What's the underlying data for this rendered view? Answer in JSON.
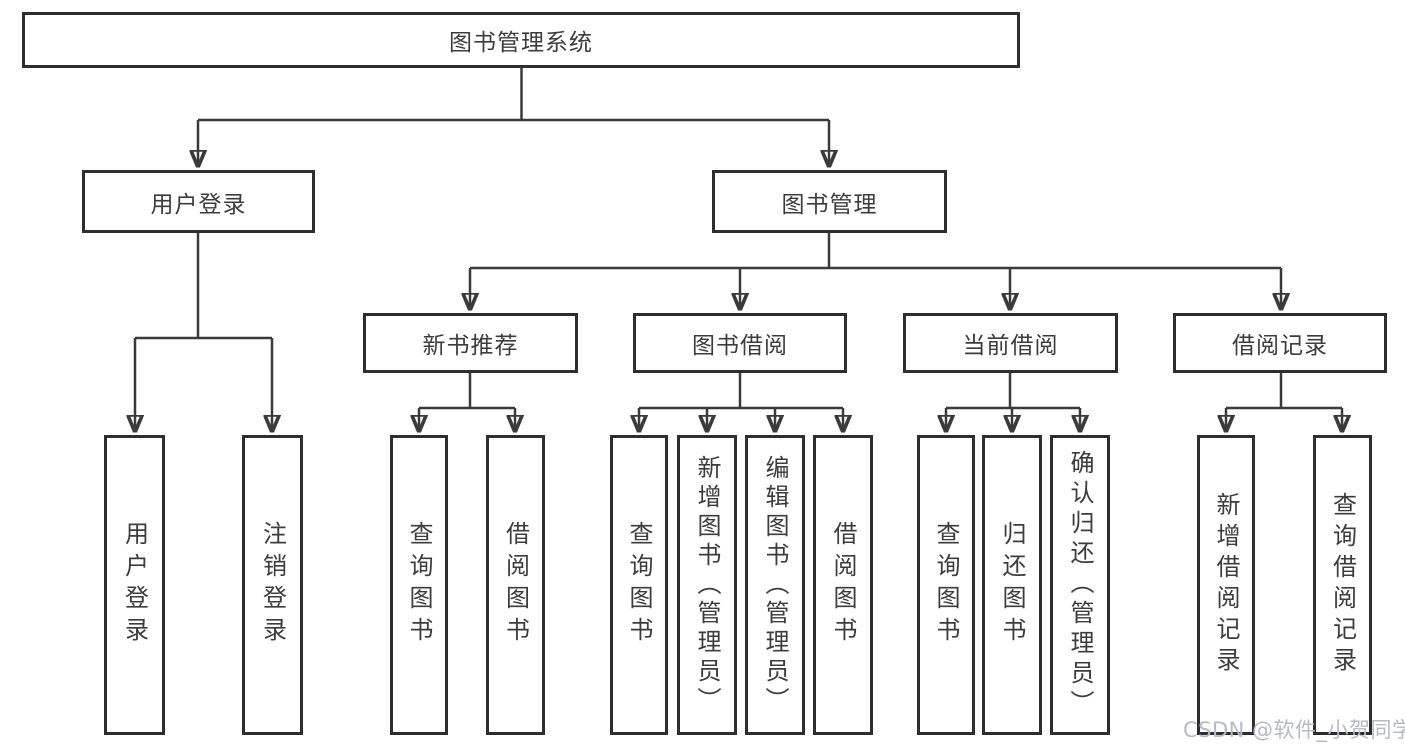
{
  "diagram": {
    "root": {
      "label": "图书管理系统"
    },
    "branches": [
      {
        "label": "用户登录",
        "children": [
          {
            "label": "用户登录"
          },
          {
            "label": "注销登录"
          }
        ]
      },
      {
        "label": "图书管理",
        "children": [
          {
            "label": "新书推荐",
            "children": [
              {
                "label": "查询图书"
              },
              {
                "label": "借阅图书"
              }
            ]
          },
          {
            "label": "图书借阅",
            "children": [
              {
                "label": "查询图书"
              },
              {
                "label": "新增图书（管理员）"
              },
              {
                "label": "编辑图书（管理员）"
              },
              {
                "label": "借阅图书"
              }
            ]
          },
          {
            "label": "当前借阅",
            "children": [
              {
                "label": "查询图书"
              },
              {
                "label": "归还图书"
              },
              {
                "label": "确认归还（管理员）"
              }
            ]
          },
          {
            "label": "借阅记录",
            "children": [
              {
                "label": "新增借阅记录"
              },
              {
                "label": "查询借阅记录"
              }
            ]
          }
        ]
      }
    ]
  },
  "watermark": {
    "text": "CSDN @软件_小贺同学"
  },
  "colors": {
    "line": "#3a3a3a",
    "box_border": "#2e2e2e",
    "text": "#3c3c3c",
    "background": "#ffffff",
    "watermark": "#b7bac0"
  }
}
